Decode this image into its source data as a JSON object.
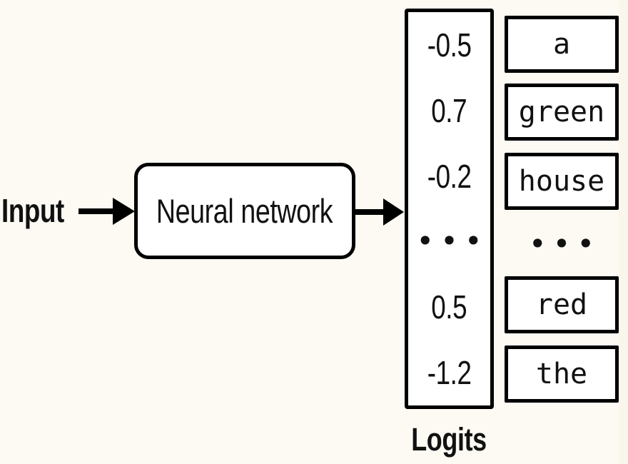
{
  "colors": {
    "page_bg": "#FCFAF3",
    "edge_strip": "#FAF6EC",
    "box_fill": "#FFFFFF",
    "stroke": "#000000",
    "text": "#111111"
  },
  "diagram": {
    "input_label": "Input",
    "network_label": "Neural network",
    "logits_title": "Logits",
    "logit_values": [
      "-0.5",
      "0.7",
      "-0.2",
      "•••",
      "0.5",
      "-1.2"
    ],
    "tokens": [
      "a",
      "green",
      "house",
      "•••",
      "red",
      "the"
    ]
  }
}
